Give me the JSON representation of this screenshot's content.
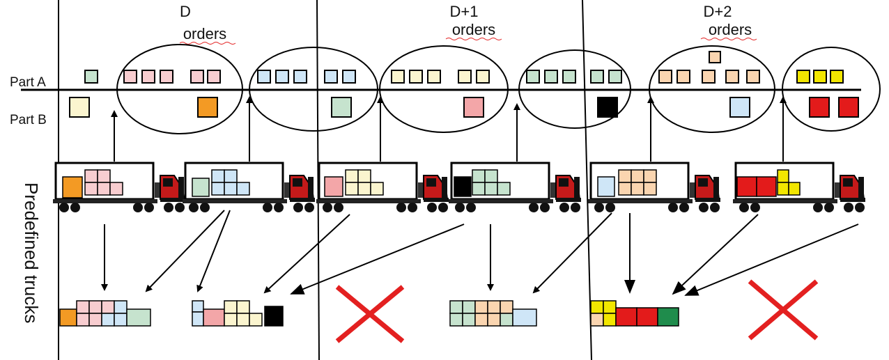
{
  "headings": {
    "day0": {
      "line1": "D",
      "line2": "orders"
    },
    "day1": {
      "line1": "D+1",
      "line2": "orders"
    },
    "day2": {
      "line1": "D+2",
      "line2": "orders"
    }
  },
  "rows": {
    "part_a": "Part A",
    "part_b": "Part B"
  },
  "vertical_label": "Predefined trucks",
  "colors": {
    "pink": "#f8cdd0",
    "blue": "#cfe6f7",
    "cream": "#fbf5cf",
    "green": "#c6e3ce",
    "peach": "#fad5b0",
    "yellow": "#f2e600",
    "red": "#e31b1b",
    "black": "#000000",
    "orange": "#f39a24",
    "dark_green": "#1f8c4c",
    "salmon": "#f3a6a8",
    "cross": "#e32020"
  }
}
